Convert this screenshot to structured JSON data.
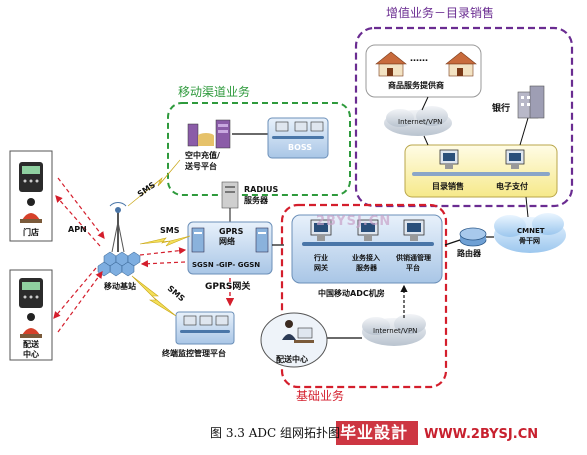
{
  "sections": {
    "value_added": "增值业务－目录销售",
    "mobile_channel": "移动渠道业务",
    "basic": "基础业务"
  },
  "nodes": {
    "merchant_provider": "商品服务提供商",
    "dots": "……",
    "internet_vpn_top": "Internet/VPN",
    "bank": "银行",
    "catalog_sales": "目录销售",
    "e_payment": "电子支付",
    "cmnet_line1": "CMNET",
    "cmnet_line2": "骨干网",
    "router": "路由器",
    "recharge_line1": "空中充值/",
    "recharge_line2": "送号平台",
    "boss": "BOSS",
    "radius_line1": "RADIUS",
    "radius_line2": "服务器",
    "gprs_line1": "GPRS",
    "gprs_line2": "网络",
    "sggsn": "SGSN  -GIP-  GGSN",
    "gprs_gateway": "GPRS网关",
    "industry_line1": "行业",
    "industry_line2": "网关",
    "biz_access_line1": "业务接入",
    "biz_access_line2": "服务器",
    "supply_line1": "供销通管理",
    "supply_line2": "平台",
    "adc_room": "中国移动ADC机房",
    "internet_vpn_bottom": "Internet/VPN",
    "dispatch_center": "配送中心",
    "terminal_platform": "终端监控管理平台",
    "base_station": "移动基站",
    "store": "门店",
    "dispatch_left_line1": "配送",
    "dispatch_left_line2": "中心",
    "apn": "APN",
    "sms_top": "SMS",
    "sms_mid": "SMS",
    "sms_bottom": "SMS"
  },
  "caption": "图 3.3 ADC 组网拓扑图",
  "watermark": {
    "center": "2BYSJ.CN",
    "brand": "毕业設計",
    "url": "WWW.2BYSJ.CN"
  },
  "colors": {
    "green": "#2e9a3c",
    "purple": "#6a2c91",
    "red": "#d41e2c",
    "cloud": "#cfd6de",
    "panel_yellow": "#fff7c8",
    "panel_blue": "#dbeaf8"
  }
}
